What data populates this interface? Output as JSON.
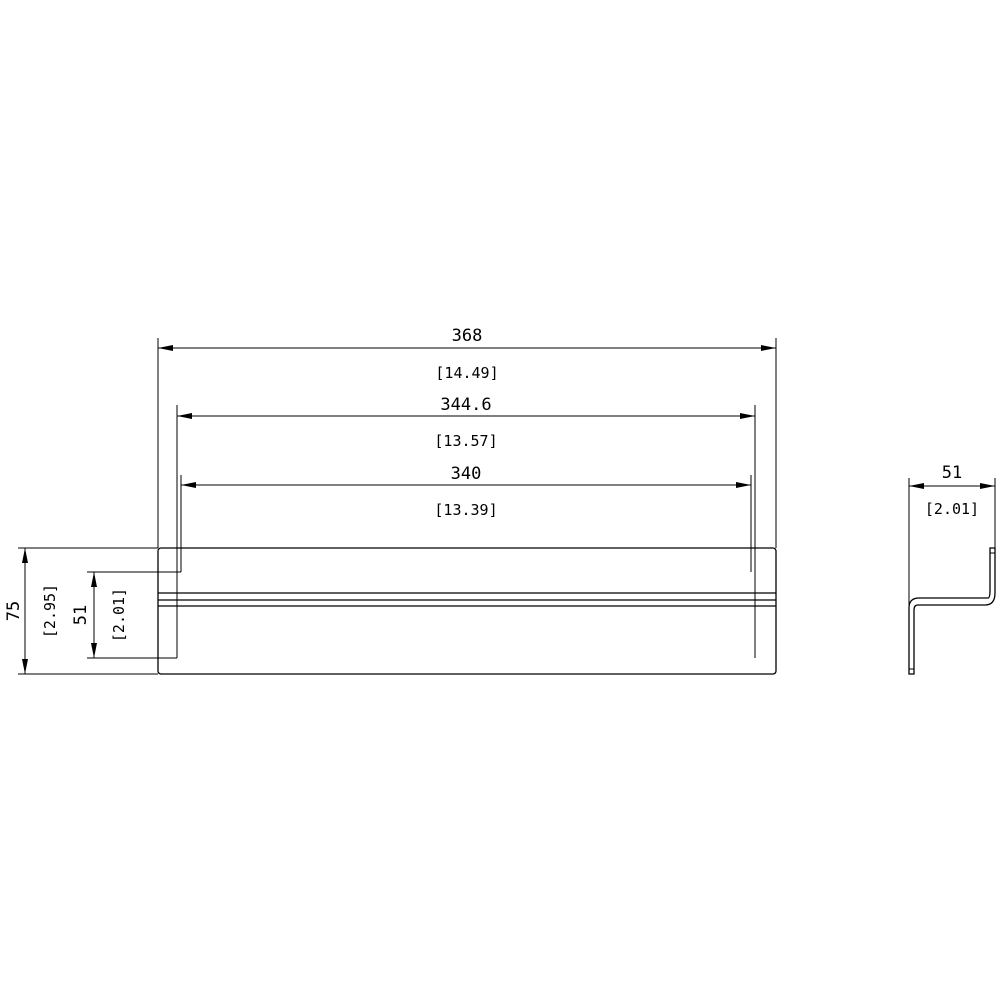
{
  "front_view": {
    "overall_length": {
      "mm": "368",
      "inch": "[14.49]"
    },
    "mid_length": {
      "mm": "344.6",
      "inch": "[13.57]"
    },
    "mounting_length": {
      "mm": "340",
      "inch": "[13.39]"
    },
    "overall_height": {
      "mm": "75",
      "inch": "[2.95]"
    },
    "tab_height": {
      "mm": "51",
      "inch": "[2.01]"
    }
  },
  "side_view": {
    "depth": {
      "mm": "51",
      "inch": "[2.01]"
    }
  },
  "colors": {
    "line": "#000000",
    "background": "#ffffff"
  }
}
